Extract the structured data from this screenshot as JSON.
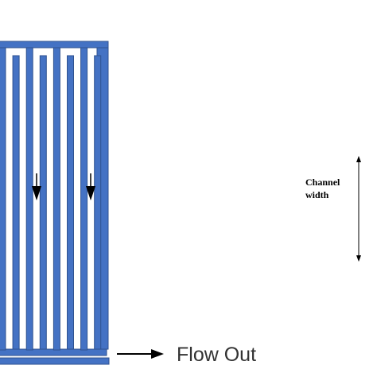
{
  "diagram": {
    "flow_out_label": "Flow Out",
    "channel_width_label_line1": "Channel",
    "channel_width_label_line2": "width",
    "channel_count": 8,
    "colors": {
      "channel_fill": "#4472c4",
      "channel_stroke": "#2f528f",
      "arrow": "#000000",
      "background": "#ffffff"
    }
  }
}
